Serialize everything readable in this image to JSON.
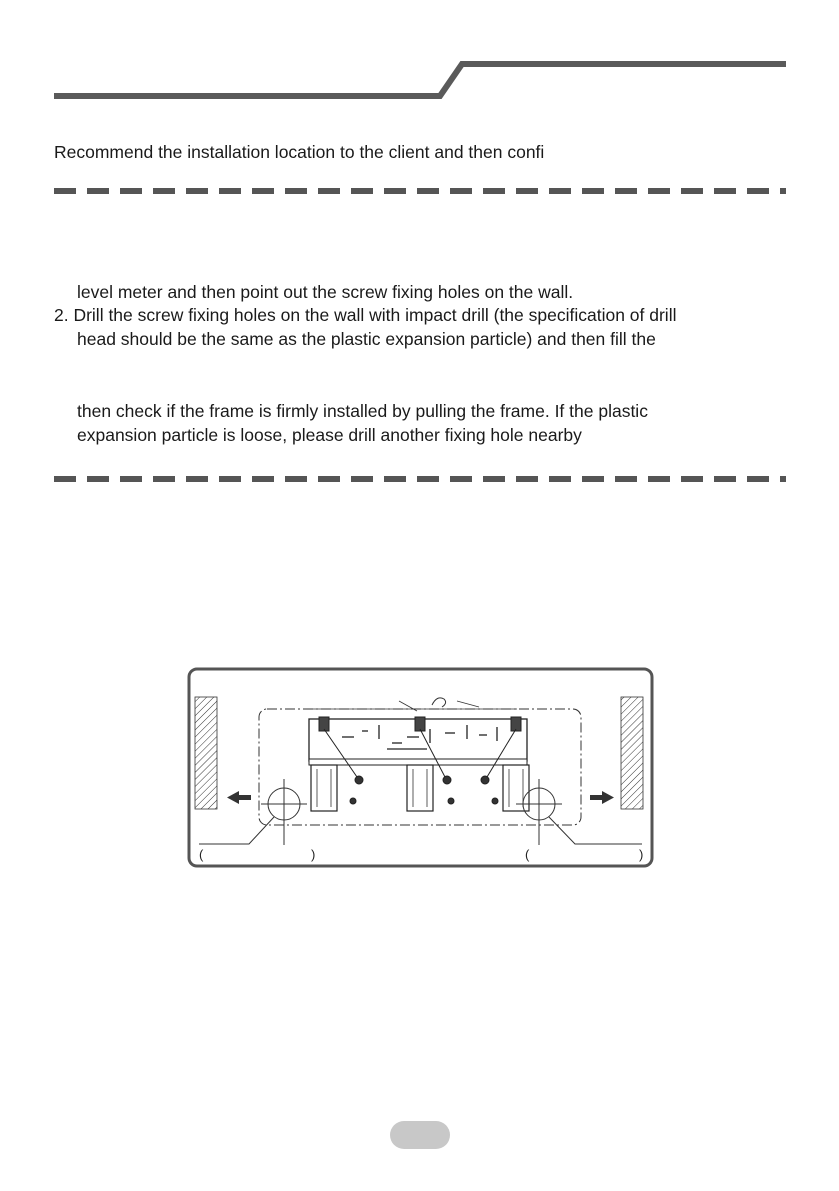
{
  "intro": {
    "text": "Recommend the installation location to the client and then confi"
  },
  "steps": {
    "line_a": "level meter and then point out the screw fixing holes on the wall.",
    "line_b": "2. Drill the screw fixing holes on the wall with impact drill (the specification of drill",
    "line_c": "head should be the same as the plastic expansion particle) and then fill the",
    "line_d": "then check if the frame is firmly installed by pulling the frame. If the plastic",
    "line_e": "expansion particle is loose, please drill another fixing hole nearby"
  },
  "diagram": {
    "left_paren_open": "(",
    "left_paren_close": ")",
    "right_paren_open": "(",
    "right_paren_close": ")"
  },
  "colors": {
    "header_bar": "#5a5a5a",
    "dash": "#555555",
    "page_pill": "#c8c8c8"
  }
}
